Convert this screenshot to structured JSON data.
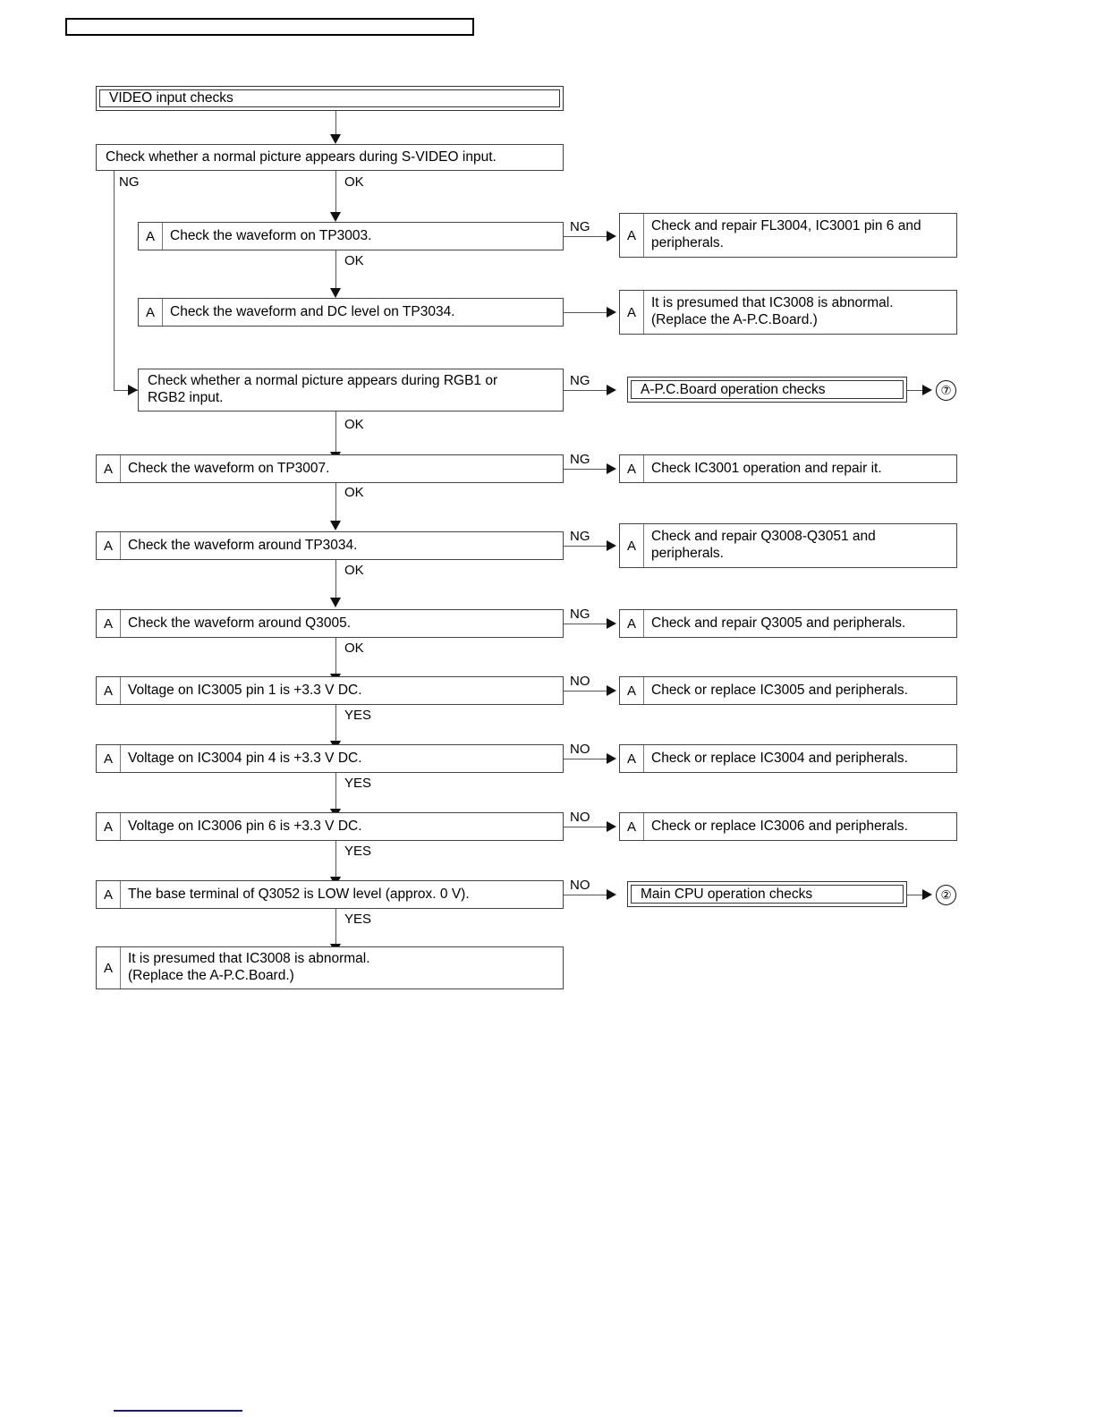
{
  "page": {
    "header_bar_label": "",
    "title_box": "VIDEO input checks"
  },
  "flow": {
    "main": [
      {
        "id": "svideo",
        "a": "",
        "text": "Check whether a normal picture appears during S-VIDEO input.",
        "yes_label": "OK",
        "no_label": "NG"
      },
      {
        "id": "tp3003",
        "a": "A",
        "text": "Check the waveform on TP3003.",
        "yes_label": "OK",
        "no_label": "NG"
      },
      {
        "id": "tp3034a",
        "a": "A",
        "text": "Check the waveform and DC level on TP3034.",
        "yes_label": "",
        "no_label": ""
      },
      {
        "id": "rgb",
        "a": "",
        "text": "Check whether a normal picture appears during RGB1 or\nRGB2 input.",
        "yes_label": "OK",
        "no_label": "NG"
      },
      {
        "id": "tp3007",
        "a": "A",
        "text": "Check the waveform on TP3007.",
        "yes_label": "OK",
        "no_label": "NG"
      },
      {
        "id": "tp3034b",
        "a": "A",
        "text": "Check the waveform around TP3034.",
        "yes_label": "OK",
        "no_label": "NG"
      },
      {
        "id": "q3005",
        "a": "A",
        "text": "Check the waveform around Q3005.",
        "yes_label": "OK",
        "no_label": "NG"
      },
      {
        "id": "ic3005",
        "a": "A",
        "text": "Voltage on IC3005 pin 1 is +3.3 V DC.",
        "yes_label": "YES",
        "no_label": "NO"
      },
      {
        "id": "ic3004",
        "a": "A",
        "text": "Voltage on IC3004 pin 4 is +3.3 V DC.",
        "yes_label": "YES",
        "no_label": "NO"
      },
      {
        "id": "ic3006",
        "a": "A",
        "text": "Voltage on IC3006 pin 6 is +3.3 V DC.",
        "yes_label": "YES",
        "no_label": "NO"
      },
      {
        "id": "q3052",
        "a": "A",
        "text": "The base terminal of Q3052 is LOW level (approx. 0 V).",
        "yes_label": "YES",
        "no_label": "NO"
      },
      {
        "id": "final",
        "a": "A",
        "text": "It is presumed that IC3008 is abnormal.\n(Replace the A-P.C.Board.)",
        "yes_label": "",
        "no_label": ""
      }
    ],
    "results": [
      {
        "id": "r-fl3004",
        "a": "A",
        "text": "Check and repair FL3004, IC3001 pin 6 and\nperipherals."
      },
      {
        "id": "r-ic3008",
        "a": "A",
        "text": "It is presumed that IC3008 is abnormal.\n(Replace the A-P.C.Board.)"
      },
      {
        "id": "r-apc",
        "a": "",
        "text": "A-P.C.Board operation checks",
        "ref": "⑦"
      },
      {
        "id": "r-ic3001",
        "a": "A",
        "text": "Check IC3001 operation and repair it."
      },
      {
        "id": "r-q3008",
        "a": "A",
        "text": "Check and repair Q3008-Q3051 and\nperipherals."
      },
      {
        "id": "r-q3005",
        "a": "A",
        "text": "Check and repair Q3005 and peripherals."
      },
      {
        "id": "r-ic3005",
        "a": "A",
        "text": "Check or replace IC3005 and peripherals."
      },
      {
        "id": "r-ic3004",
        "a": "A",
        "text": "Check or replace IC3004 and peripherals."
      },
      {
        "id": "r-ic3006",
        "a": "A",
        "text": "Check or replace IC3006 and peripherals."
      },
      {
        "id": "r-cpu",
        "a": "",
        "text": "Main CPU operation checks",
        "ref": "②"
      }
    ]
  },
  "colors": {
    "ink": "#000000",
    "line": "#555555",
    "footer_rule": "#1a1a6e"
  }
}
